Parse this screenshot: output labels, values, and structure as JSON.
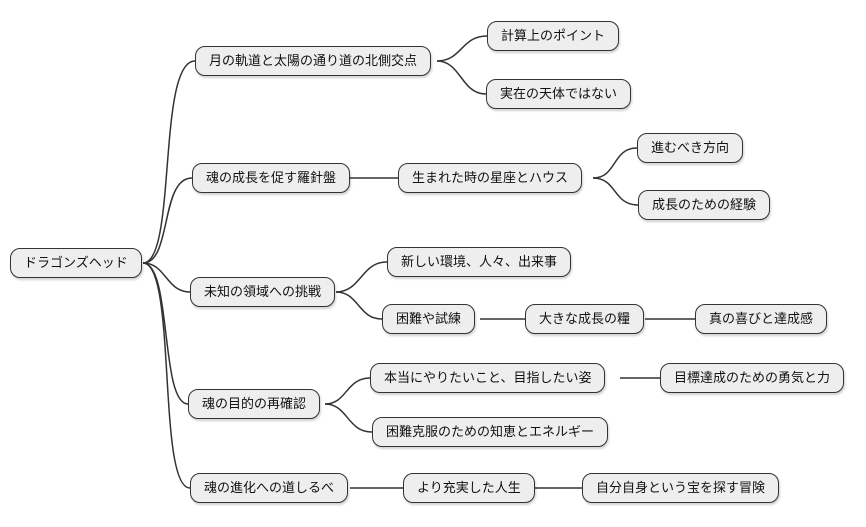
{
  "diagram_type": "mindmap",
  "nodes": {
    "root": {
      "label": "ドラゴンズヘッド",
      "level": 0
    },
    "b1": {
      "label": "月の軌道と太陽の通り道の北側交点",
      "level": 1
    },
    "b1c1": {
      "label": "計算上のポイント",
      "level": 2
    },
    "b1c2": {
      "label": "実在の天体ではない",
      "level": 2
    },
    "b2": {
      "label": "魂の成長を促す羅針盤",
      "level": 1
    },
    "b2c1": {
      "label": "生まれた時の星座とハウス",
      "level": 2
    },
    "b2c1c1": {
      "label": "進むべき方向",
      "level": 3
    },
    "b2c1c2": {
      "label": "成長のための経験",
      "level": 3
    },
    "b3": {
      "label": "未知の領域への挑戦",
      "level": 1
    },
    "b3c1": {
      "label": "新しい環境、人々、出来事",
      "level": 2
    },
    "b3c2": {
      "label": "困難や試練",
      "level": 2
    },
    "b3c2c1": {
      "label": "大きな成長の糧",
      "level": 3
    },
    "b3c2c1c1": {
      "label": "真の喜びと達成感",
      "level": 4
    },
    "b4": {
      "label": "魂の目的の再確認",
      "level": 1
    },
    "b4c1": {
      "label": "本当にやりたいこと、目指したい姿",
      "level": 2
    },
    "b4c1c1": {
      "label": "目標達成のための勇気と力",
      "level": 3
    },
    "b4c2": {
      "label": "困難克服のための知恵とエネルギー",
      "level": 2
    },
    "b5": {
      "label": "魂の進化への道しるべ",
      "level": 1
    },
    "b5c1": {
      "label": "より充実した人生",
      "level": 2
    },
    "b5c1c1": {
      "label": "自分自身という宝を探す冒険",
      "level": 3
    }
  },
  "edges": [
    {
      "from": "root",
      "to": "b1"
    },
    {
      "from": "root",
      "to": "b2"
    },
    {
      "from": "root",
      "to": "b3"
    },
    {
      "from": "root",
      "to": "b4"
    },
    {
      "from": "root",
      "to": "b5"
    },
    {
      "from": "b1",
      "to": "b1c1"
    },
    {
      "from": "b1",
      "to": "b1c2"
    },
    {
      "from": "b2",
      "to": "b2c1"
    },
    {
      "from": "b2c1",
      "to": "b2c1c1"
    },
    {
      "from": "b2c1",
      "to": "b2c1c2"
    },
    {
      "from": "b3",
      "to": "b3c1"
    },
    {
      "from": "b3",
      "to": "b3c2"
    },
    {
      "from": "b3c2",
      "to": "b3c2c1"
    },
    {
      "from": "b3c2c1",
      "to": "b3c2c1c1"
    },
    {
      "from": "b4",
      "to": "b4c1"
    },
    {
      "from": "b4",
      "to": "b4c2"
    },
    {
      "from": "b4c1",
      "to": "b4c1c1"
    },
    {
      "from": "b5",
      "to": "b5c1"
    },
    {
      "from": "b5c1",
      "to": "b5c1c1"
    }
  ],
  "colors": {
    "node_fill": "#eeeeee",
    "node_border": "#333333",
    "edge": "#333333",
    "text": "#111111",
    "background": "#ffffff"
  }
}
